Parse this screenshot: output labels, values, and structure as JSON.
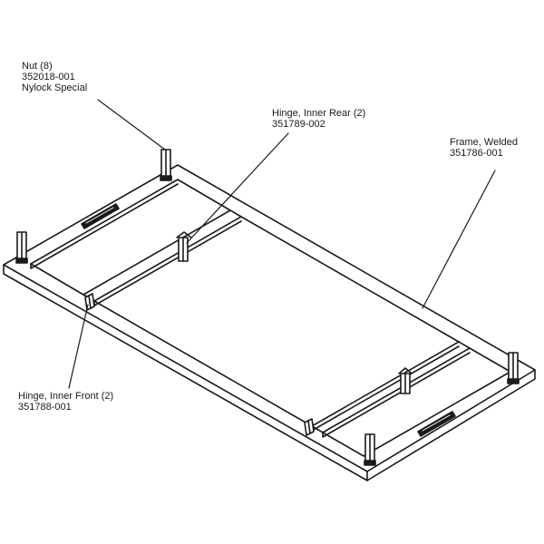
{
  "colors": {
    "ink": "#1a1a1a",
    "background": "#ffffff"
  },
  "callouts": {
    "nut": {
      "name": "Nut (8)",
      "part_number": "352018-001",
      "note": "Nylock Special"
    },
    "hinge_inner_rear": {
      "name": "Hinge, Inner Rear (2)",
      "part_number": "351789-002"
    },
    "frame_welded": {
      "name": "Frame, Welded",
      "part_number": "351786-001"
    },
    "hinge_inner_front": {
      "name": "Hinge, Inner Front (2)",
      "part_number": "351788-001"
    }
  }
}
